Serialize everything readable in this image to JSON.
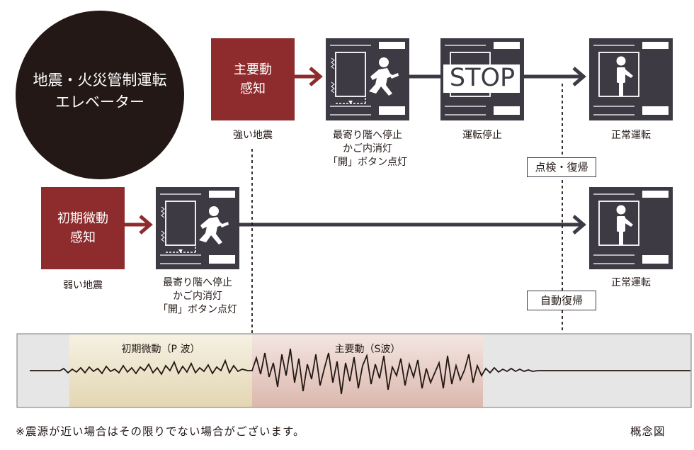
{
  "title": {
    "line1": "地震・火災管制運転",
    "line2": "エレベーター"
  },
  "top_flow": {
    "trigger_line1": "主要動",
    "trigger_line2": "感知",
    "trigger_caption": "強い地震",
    "step1_caption_line1": "最寄り階へ停止",
    "step1_caption_line2": "かご内消灯",
    "step1_caption_line3": "「開」ボタン点灯",
    "step2_sign": "STOP",
    "step2_caption": "運転停止",
    "recovery_label": "点検・復帰",
    "result_caption": "正常運転"
  },
  "bottom_flow": {
    "trigger_line1": "初期微動",
    "trigger_line2": "感知",
    "trigger_caption": "弱い地震",
    "step1_caption_line1": "最寄り階へ停止",
    "step1_caption_line2": "かご内消灯",
    "step1_caption_line3": "「開」ボタン点灯",
    "recovery_label": "自動復帰",
    "result_caption": "正常運転"
  },
  "waveform": {
    "p_wave_label": "初期微動（P 波）",
    "s_wave_label": "主要動（S波）"
  },
  "footnote": "※震源が近い場合はその限りでない場合がございます。",
  "concept_label": "概念図",
  "colors": {
    "dark": "#231815",
    "panel": "#3d3a44",
    "red": "#8e2b2c",
    "p_band": "#e7dcc0",
    "s_band": "#e9d0c8",
    "strip_bg": "#e6e6e6"
  }
}
